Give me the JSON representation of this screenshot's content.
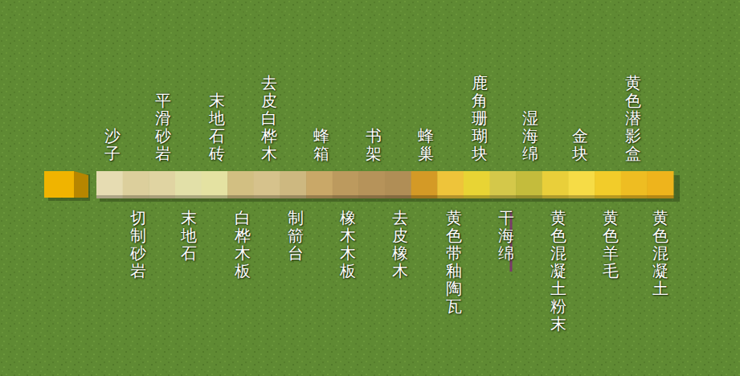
{
  "diagram": {
    "labels": [
      "沙子",
      "切制砂岩",
      "平滑砂岩",
      "末地石",
      "末地石砖",
      "白桦木板",
      "去皮白桦木",
      "制箭台",
      "蜂箱",
      "橡木木板",
      "书架",
      "去皮橡木",
      "蜂巢",
      "黄色带釉陶瓦",
      "鹿角珊瑚块",
      "干海绵",
      "湿海绵",
      "黄色混凝土粉末",
      "金块",
      "黄色羊毛",
      "黄色潜影盒",
      "黄色混凝土"
    ]
  }
}
